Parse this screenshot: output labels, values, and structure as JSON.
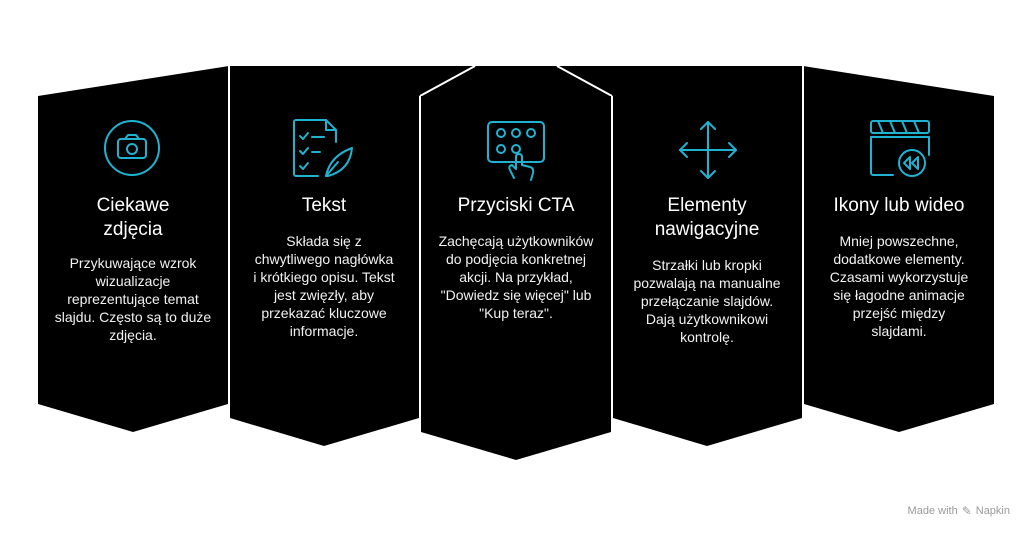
{
  "accent_color": "#1fb3d1",
  "panel_color": "#000000",
  "panels": [
    {
      "icon": "camera-icon",
      "title": "Ciekawe zdjęcia",
      "description": "Przykuwające wzrok wizualizacje reprezentujące temat slajdu. Często są to duże zdjęcia."
    },
    {
      "icon": "document-pen-icon",
      "title": "Tekst",
      "description": "Składa się z chwytliwego nagłówka i krótkiego opisu. Tekst jest zwięzły, aby przekazać kluczowe informacje."
    },
    {
      "icon": "button-grid-touch-icon",
      "title": "Przyciski CTA",
      "description": "Zachęcają użytkowników do podjęcia konkretnej akcji. Na przykład, \"Dowiedz się więcej\" lub \"Kup teraz\"."
    },
    {
      "icon": "move-arrows-icon",
      "title": "Elementy nawigacyjne",
      "description": "Strzałki lub kropki pozwalają na manualne przełączanie slajdów. Dają użytkownikowi kontrolę."
    },
    {
      "icon": "clapperboard-rewind-icon",
      "title": "Ikony lub wideo",
      "description": "Mniej powszechne, dodatkowe elementy. Czasami wykorzystuje się łagodne animacje przejść między slajdami."
    }
  ],
  "footer": {
    "made_with": "Made with",
    "brand": "Napkin"
  }
}
